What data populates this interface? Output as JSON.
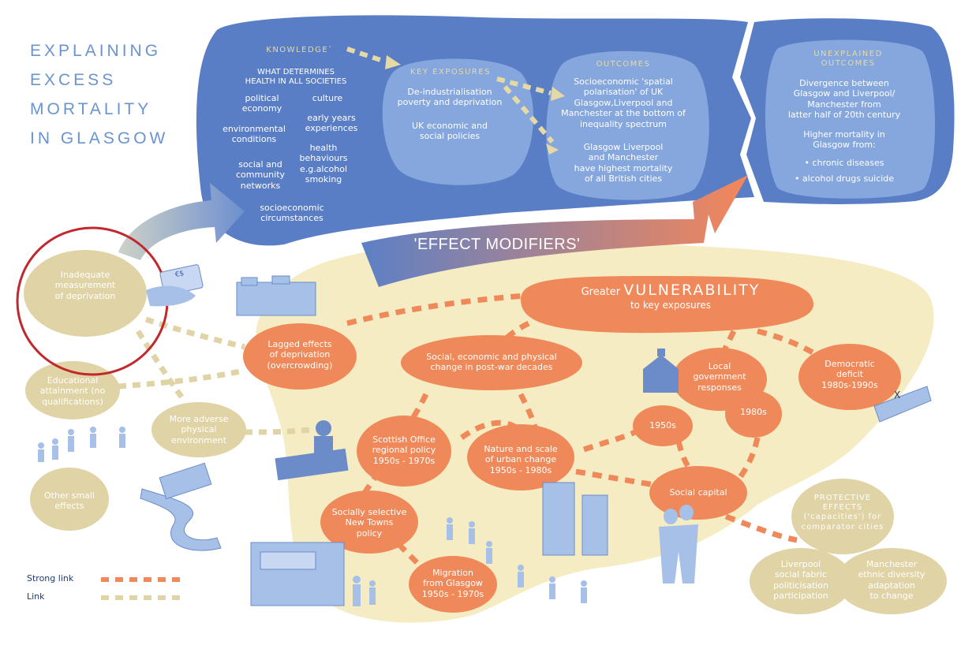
{
  "title": "EXPLAINING\nEXCESS\nMORTALITY\nIN GLASGOW",
  "knowledge": {
    "heading": "KNOWLEDGE`",
    "subheading": "WHAT DETERMINES\nHEALTH IN ALL SOCIETIES",
    "items": [
      "political\neconomy",
      "culture",
      "environmental\nconditions",
      "early years\nexperiences",
      "social and\ncommunity\nnetworks",
      "health\nbehaviours\ne.g.alcohol\nsmoking",
      "socioeconomic\ncircumstances"
    ]
  },
  "key_exposures": {
    "heading": "KEY EXPOSURES",
    "items": [
      "De-industrialisation\npoverty and deprivation",
      "UK economic and\nsocial policies"
    ]
  },
  "outcomes": {
    "heading": "OUTCOMES",
    "items": [
      "Socioeconomic 'spatial\npolarisation' of UK\nGlasgow,Liverpool and\nManchester at the bottom of\ninequality spectrum",
      "Glasgow Liverpool\nand Manchester\nhave highest mortality\nof all British cities"
    ]
  },
  "unexplained": {
    "heading": "UNEXPLAINED\nOUTCOMES",
    "text1": "Divergence between\nGlasgow and Liverpool/\nManchester from\nlatter half of 20th century",
    "text2": "Higher mortality in\nGlasgow from:",
    "bullets": [
      "• chronic diseases",
      "• alcohol drugs suicide"
    ]
  },
  "effect_modifiers": "'EFFECT MODIFIERS'",
  "vulnerability": {
    "prefix": "Greater ",
    "big": "VULNERABILITY",
    "suffix": "to key exposures"
  },
  "left_factors": {
    "inadequate": "Inadequate\nmeasurement\nof deprivation",
    "educational": "Educational\nattainment (no\nqualifications)",
    "adverse": "More adverse\nphysical\nenvironment",
    "other": "Other small\neffects"
  },
  "nodes": {
    "lagged": "Lagged effects\nof deprivation\n(overcrowding)",
    "social_change": "Social, economic and physical\nchange in post-war decades",
    "scottish_office": "Scottish Office\nregional policy\n1950s - 1970s",
    "nature_scale": "Nature and scale\nof urban change\n1950s - 1980s",
    "new_towns": "Socially selective\nNew Towns\npolicy",
    "migration": "Migration\nfrom Glasgow\n1950s - 1970s",
    "local_gov": "Local\ngovernment\nresponses",
    "y1950": "1950s",
    "y1980": "1980s",
    "democratic": "Democratic\ndeficit\n1980s-1990s",
    "social_capital": "Social capital"
  },
  "protective": {
    "heading": "PROTECTIVE\nEFFECTS\n('capacities') for\ncomparator cities",
    "liverpool": "Liverpool\nsocial fabric\npoliticisation\nparticipation",
    "manchester": "Manchester\nethnic diversity\nadaptation\nto change"
  },
  "legend": {
    "strong": "Strong link",
    "link": "Link"
  },
  "icons": {
    "money": "€$",
    "voting": "X"
  },
  "colors": {
    "blue": "#5a7ec6",
    "blue_light": "#8fb0e2",
    "text_blue": "#1f3b6f",
    "orange": "#f0895a",
    "beige": "#f6ecc3",
    "beige_dark": "#e0d3a6",
    "figure_blue": "#a7c0e8",
    "red_circle": "#c0282d",
    "title_blue": "#6b94cf"
  }
}
